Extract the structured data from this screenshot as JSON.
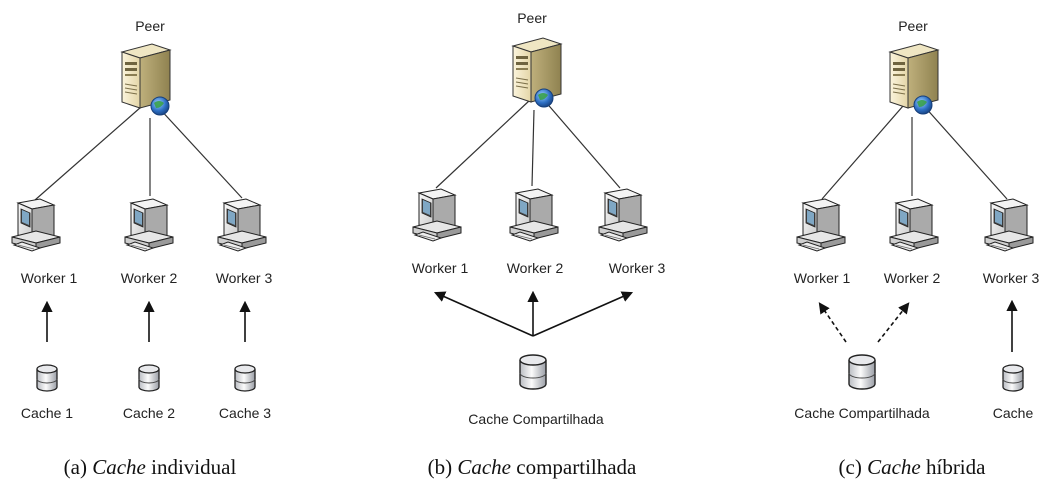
{
  "panels": [
    {
      "peer_label": "Peer",
      "workers": [
        "Worker 1",
        "Worker 2",
        "Worker 3"
      ],
      "caches": [
        "Cache 1",
        "Cache 2",
        "Cache 3"
      ],
      "caption": {
        "prefix": "(a) ",
        "emph": "Cache",
        "rest": " individual"
      }
    },
    {
      "peer_label": "Peer",
      "workers": [
        "Worker 1",
        "Worker 2",
        "Worker 3"
      ],
      "caches": [
        "Cache Compartilhada"
      ],
      "caption": {
        "prefix": "(b) ",
        "emph": "Cache",
        "rest": " compartilhada"
      }
    },
    {
      "peer_label": "Peer",
      "workers": [
        "Worker 1",
        "Worker 2",
        "Worker 3"
      ],
      "caches": [
        "Cache Compartilhada",
        "Cache"
      ],
      "caption": {
        "prefix": "(c) ",
        "emph": "Cache",
        "rest": " híbrida"
      }
    }
  ]
}
